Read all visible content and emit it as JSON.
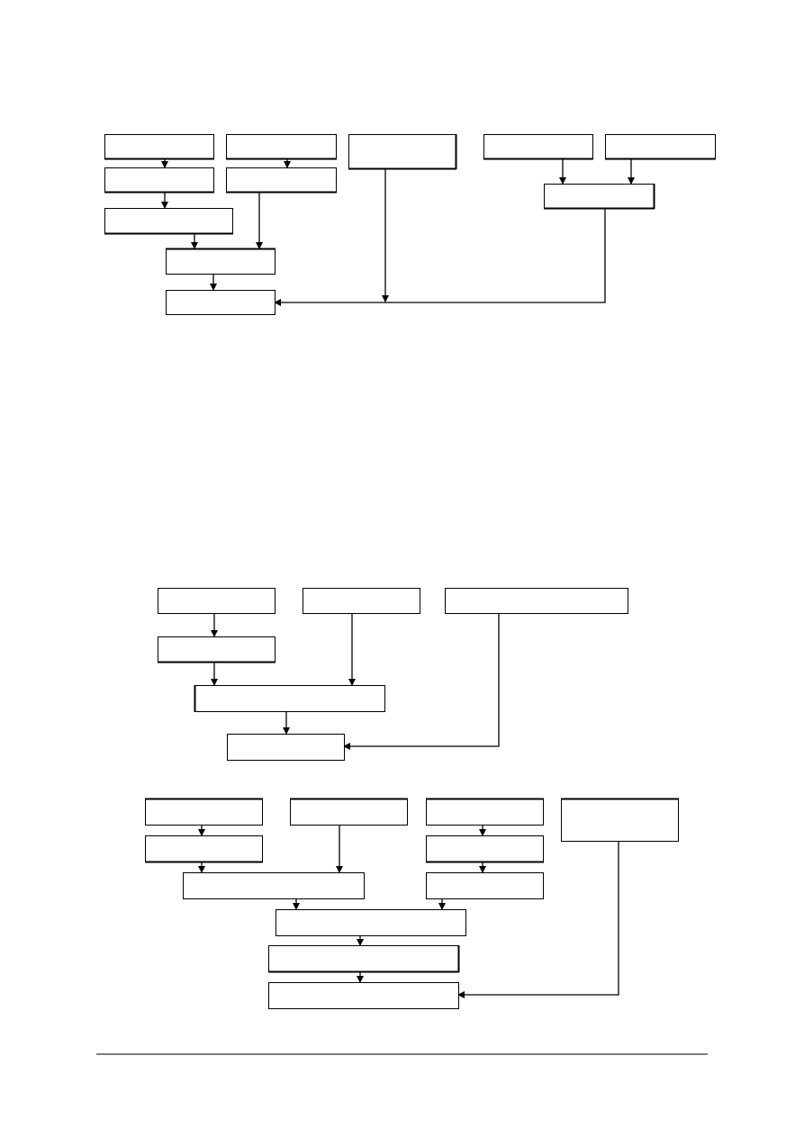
{
  "diagrams": [
    {
      "id": "flowchart-1",
      "nodes": [
        {
          "id": "n1",
          "label": ""
        },
        {
          "id": "n2",
          "label": ""
        },
        {
          "id": "n3",
          "label": ""
        },
        {
          "id": "n4",
          "label": ""
        },
        {
          "id": "n5",
          "label": ""
        },
        {
          "id": "n6",
          "label": ""
        },
        {
          "id": "n7",
          "label": ""
        },
        {
          "id": "n8",
          "label": ""
        },
        {
          "id": "n9",
          "label": ""
        },
        {
          "id": "n10",
          "label": ""
        },
        {
          "id": "n11",
          "label": ""
        }
      ],
      "edges": [
        {
          "from": "n1",
          "to": "n4"
        },
        {
          "from": "n2",
          "to": "n5"
        },
        {
          "from": "n4",
          "to": "n6"
        },
        {
          "from": "n6",
          "to": "n7"
        },
        {
          "from": "n5",
          "to": "n7"
        },
        {
          "from": "n7",
          "to": "n8"
        },
        {
          "from": "n3",
          "to": "n8"
        },
        {
          "from": "n9",
          "to": "n11"
        },
        {
          "from": "n10",
          "to": "n11"
        },
        {
          "from": "n11",
          "to": "n8"
        }
      ]
    },
    {
      "id": "flowchart-2",
      "nodes": [
        {
          "id": "m1",
          "label": ""
        },
        {
          "id": "m2",
          "label": ""
        },
        {
          "id": "m3",
          "label": ""
        },
        {
          "id": "m4",
          "label": ""
        },
        {
          "id": "m5",
          "label": ""
        },
        {
          "id": "m6",
          "label": ""
        }
      ],
      "edges": [
        {
          "from": "m1",
          "to": "m4"
        },
        {
          "from": "m4",
          "to": "m5"
        },
        {
          "from": "m2",
          "to": "m5"
        },
        {
          "from": "m5",
          "to": "m6"
        },
        {
          "from": "m3",
          "to": "m6"
        }
      ]
    },
    {
      "id": "flowchart-3",
      "nodes": [
        {
          "id": "k1",
          "label": ""
        },
        {
          "id": "k2",
          "label": ""
        },
        {
          "id": "k3",
          "label": ""
        },
        {
          "id": "k4",
          "label": ""
        },
        {
          "id": "k5",
          "label": ""
        },
        {
          "id": "k6",
          "label": ""
        },
        {
          "id": "k7",
          "label": ""
        },
        {
          "id": "k8",
          "label": ""
        },
        {
          "id": "k9",
          "label": ""
        },
        {
          "id": "k10",
          "label": ""
        },
        {
          "id": "k11",
          "label": ""
        },
        {
          "id": "k12",
          "label": ""
        }
      ],
      "edges": [
        {
          "from": "k1",
          "to": "k5"
        },
        {
          "from": "k5",
          "to": "k7"
        },
        {
          "from": "k2",
          "to": "k7"
        },
        {
          "from": "k3",
          "to": "k6"
        },
        {
          "from": "k6",
          "to": "k8"
        },
        {
          "from": "k7",
          "to": "k9"
        },
        {
          "from": "k8",
          "to": "k9"
        },
        {
          "from": "k9",
          "to": "k10"
        },
        {
          "from": "k10",
          "to": "k11"
        },
        {
          "from": "k4",
          "to": "k11"
        }
      ]
    }
  ]
}
